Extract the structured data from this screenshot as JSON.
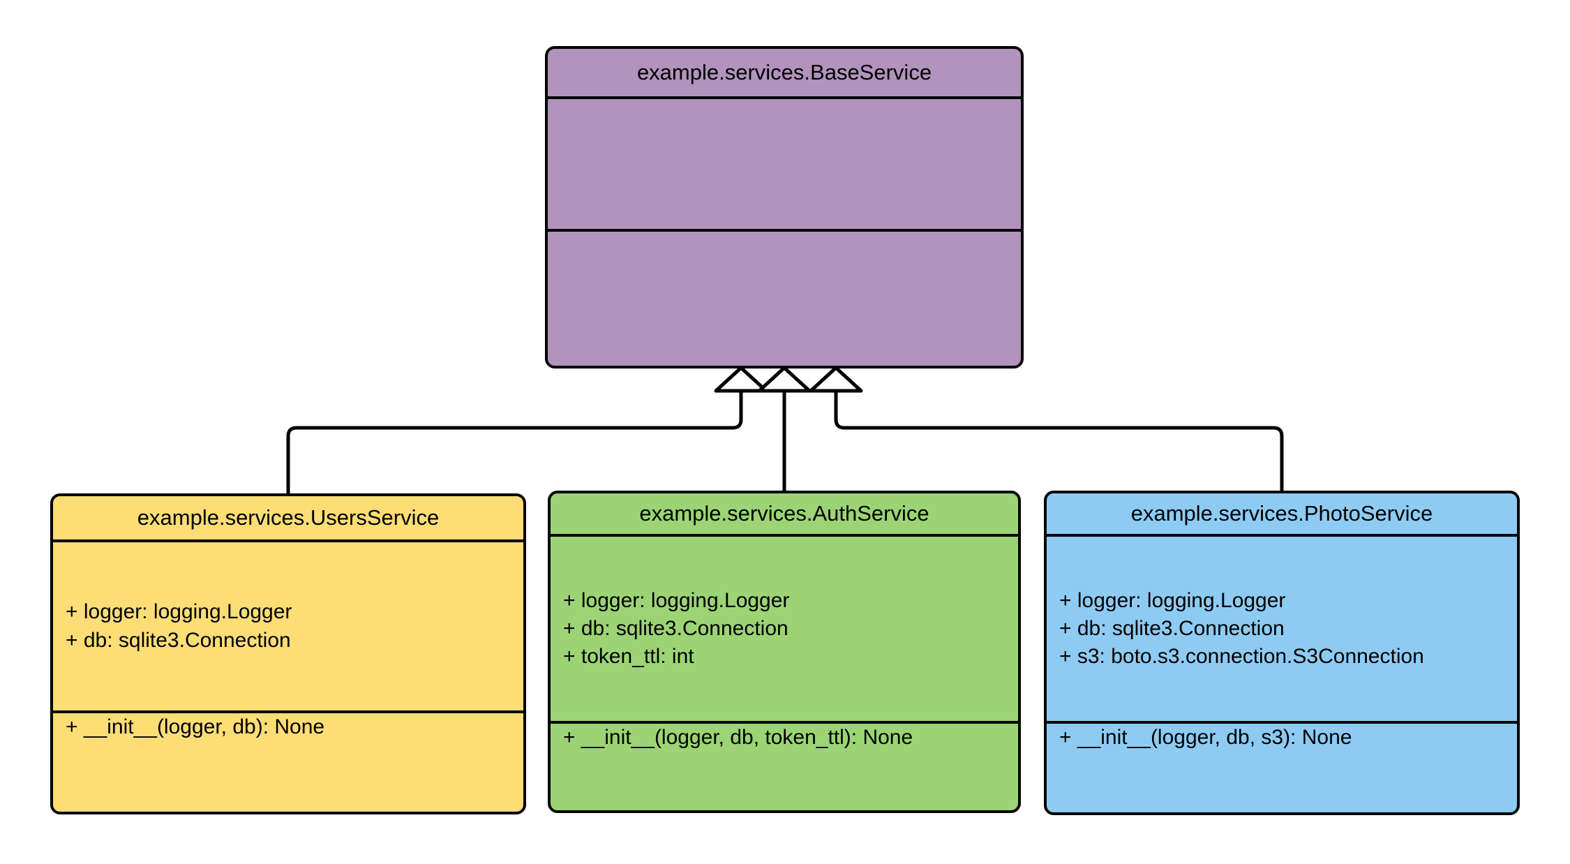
{
  "diagram": {
    "type": "uml-class-diagram",
    "background_color": "#ffffff",
    "line_color": "#000000",
    "relationship": "generalization",
    "classes": [
      {
        "id": "base",
        "name": "example.services.BaseService",
        "fill_color": "#b193bd",
        "attributes": [],
        "methods": []
      },
      {
        "id": "users",
        "name": "example.services.UsersService",
        "fill_color": "#fcdd76",
        "attributes": [
          "+ logger: logging.Logger",
          "+ db: sqlite3.Connection"
        ],
        "methods": [
          "+ __init__(logger, db): None"
        ]
      },
      {
        "id": "auth",
        "name": "example.services.AuthService",
        "fill_color": "#9cd475",
        "attributes": [
          "+ logger: logging.Logger",
          "+ db: sqlite3.Connection",
          "+ token_ttl: int"
        ],
        "methods": [
          "+ __init__(logger, db, token_ttl): None"
        ]
      },
      {
        "id": "photo",
        "name": "example.services.PhotoService",
        "fill_color": "#8ecbf3",
        "attributes": [
          "+ logger: logging.Logger",
          "+ db: sqlite3.Connection",
          "+ s3: boto.s3.connection.S3Connection"
        ],
        "methods": [
          "+ __init__(logger, db, s3): None"
        ]
      }
    ],
    "edges": [
      {
        "from": "users",
        "to": "base",
        "arrow": "hollow-triangle"
      },
      {
        "from": "auth",
        "to": "base",
        "arrow": "hollow-triangle"
      },
      {
        "from": "photo",
        "to": "base",
        "arrow": "hollow-triangle"
      }
    ]
  }
}
